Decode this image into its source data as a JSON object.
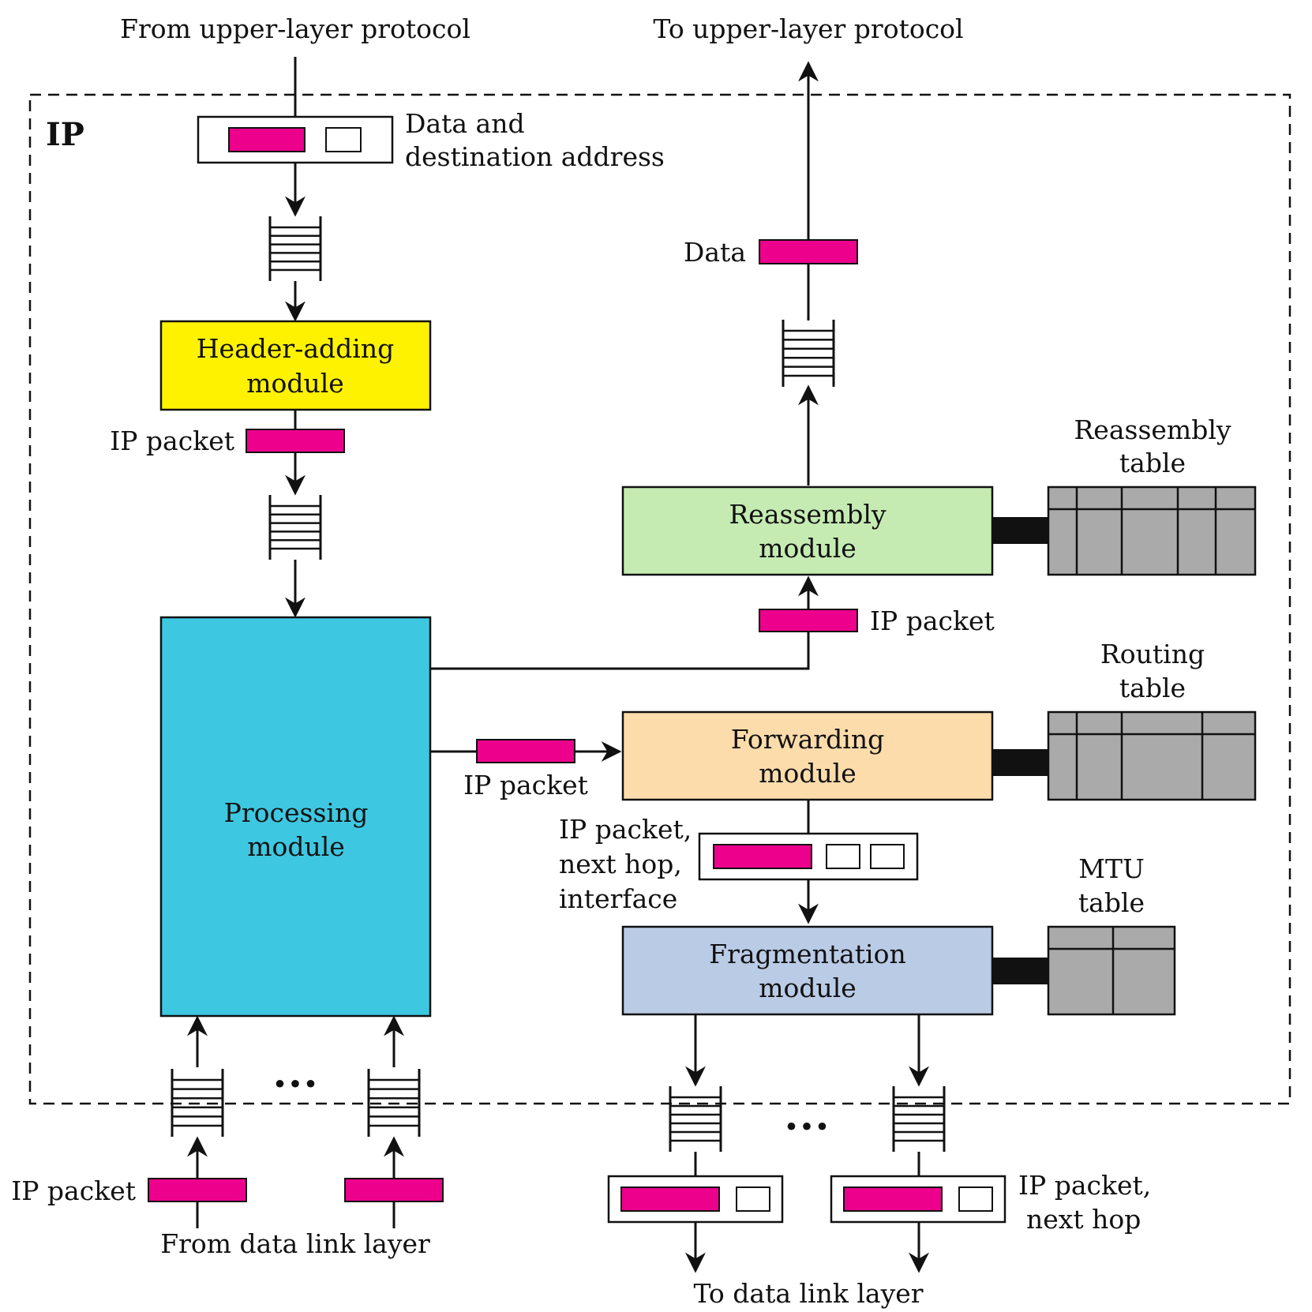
{
  "labels": {
    "from_upper": "From upper-layer protocol",
    "to_upper": "To upper-layer protocol",
    "ip_box": "IP",
    "data_dest_1": "Data and",
    "data_dest_2": "destination address",
    "data": "Data",
    "ip_packet": "IP packet",
    "reassembly_table_1": "Reassembly",
    "reassembly_table_2": "table",
    "routing_table_1": "Routing",
    "routing_table_2": "table",
    "mtu_table_1": "MTU",
    "mtu_table_2": "table",
    "ip_next_iface_1": "IP packet,",
    "ip_next_iface_2": "next hop,",
    "ip_next_iface_3": "interface",
    "ip_next_hop_1": "IP packet,",
    "ip_next_hop_2": "next hop",
    "from_dll": "From data link layer",
    "to_dll": "To data link layer",
    "ellipsis": "•••"
  },
  "modules": {
    "header_adding": [
      "Header-adding",
      "module"
    ],
    "processing": [
      "Processing",
      "module"
    ],
    "reassembly": [
      "Reassembly",
      "module"
    ],
    "forwarding": [
      "Forwarding",
      "module"
    ],
    "fragmentation": [
      "Fragmentation",
      "module"
    ]
  },
  "colors": {
    "packet": "#EC008C",
    "header_adding": "#FFF200",
    "processing": "#3EC7E0",
    "reassembly": "#C5EBB3",
    "forwarding": "#FDDCAB",
    "fragmentation": "#BACBE6",
    "table": "#AAAAAA"
  }
}
